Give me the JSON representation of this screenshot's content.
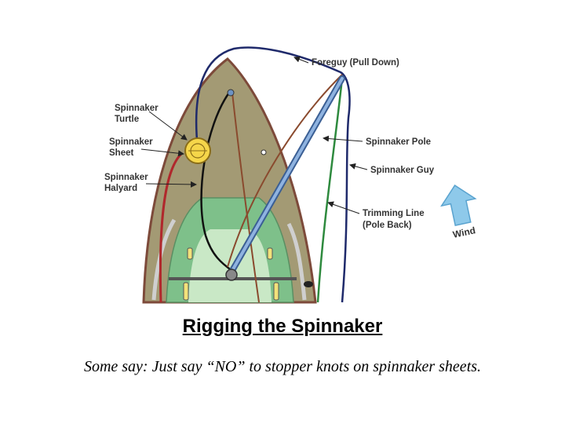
{
  "diagram": {
    "labels": {
      "foreguy": "Foreguy (Pull Down)",
      "turtle_line1": "Spinnaker",
      "turtle_line2": "Turtle",
      "sheet_line1": "Spinnaker",
      "sheet_line2": "Sheet",
      "halyard_line1": "Spinnaker",
      "halyard_line2": "Halyard",
      "pole": "Spinnaker Pole",
      "guy": "Spinnaker Guy",
      "trimming_line1": "Trimming Line",
      "trimming_line2": "(Pole Back)",
      "wind": "Wind"
    },
    "colors": {
      "hull": "#a39a74",
      "hull_outline": "#7d4a3a",
      "cockpit": "#7ec08a",
      "cockpit_inner": "#c9e8c6",
      "foreguy_line": "#1f2a6b",
      "halyard_line": "#b0282c",
      "guy_line": "#8a4a2e",
      "trimming_line": "#2e8a3e",
      "pole": "#6e93c4",
      "turtle": "#f5d64a",
      "wind_arrow": "#8ec9ea"
    }
  },
  "title": "Rigging the Spinnaker",
  "caption": "Some say: Just say “NO” to stopper knots on spinnaker sheets."
}
